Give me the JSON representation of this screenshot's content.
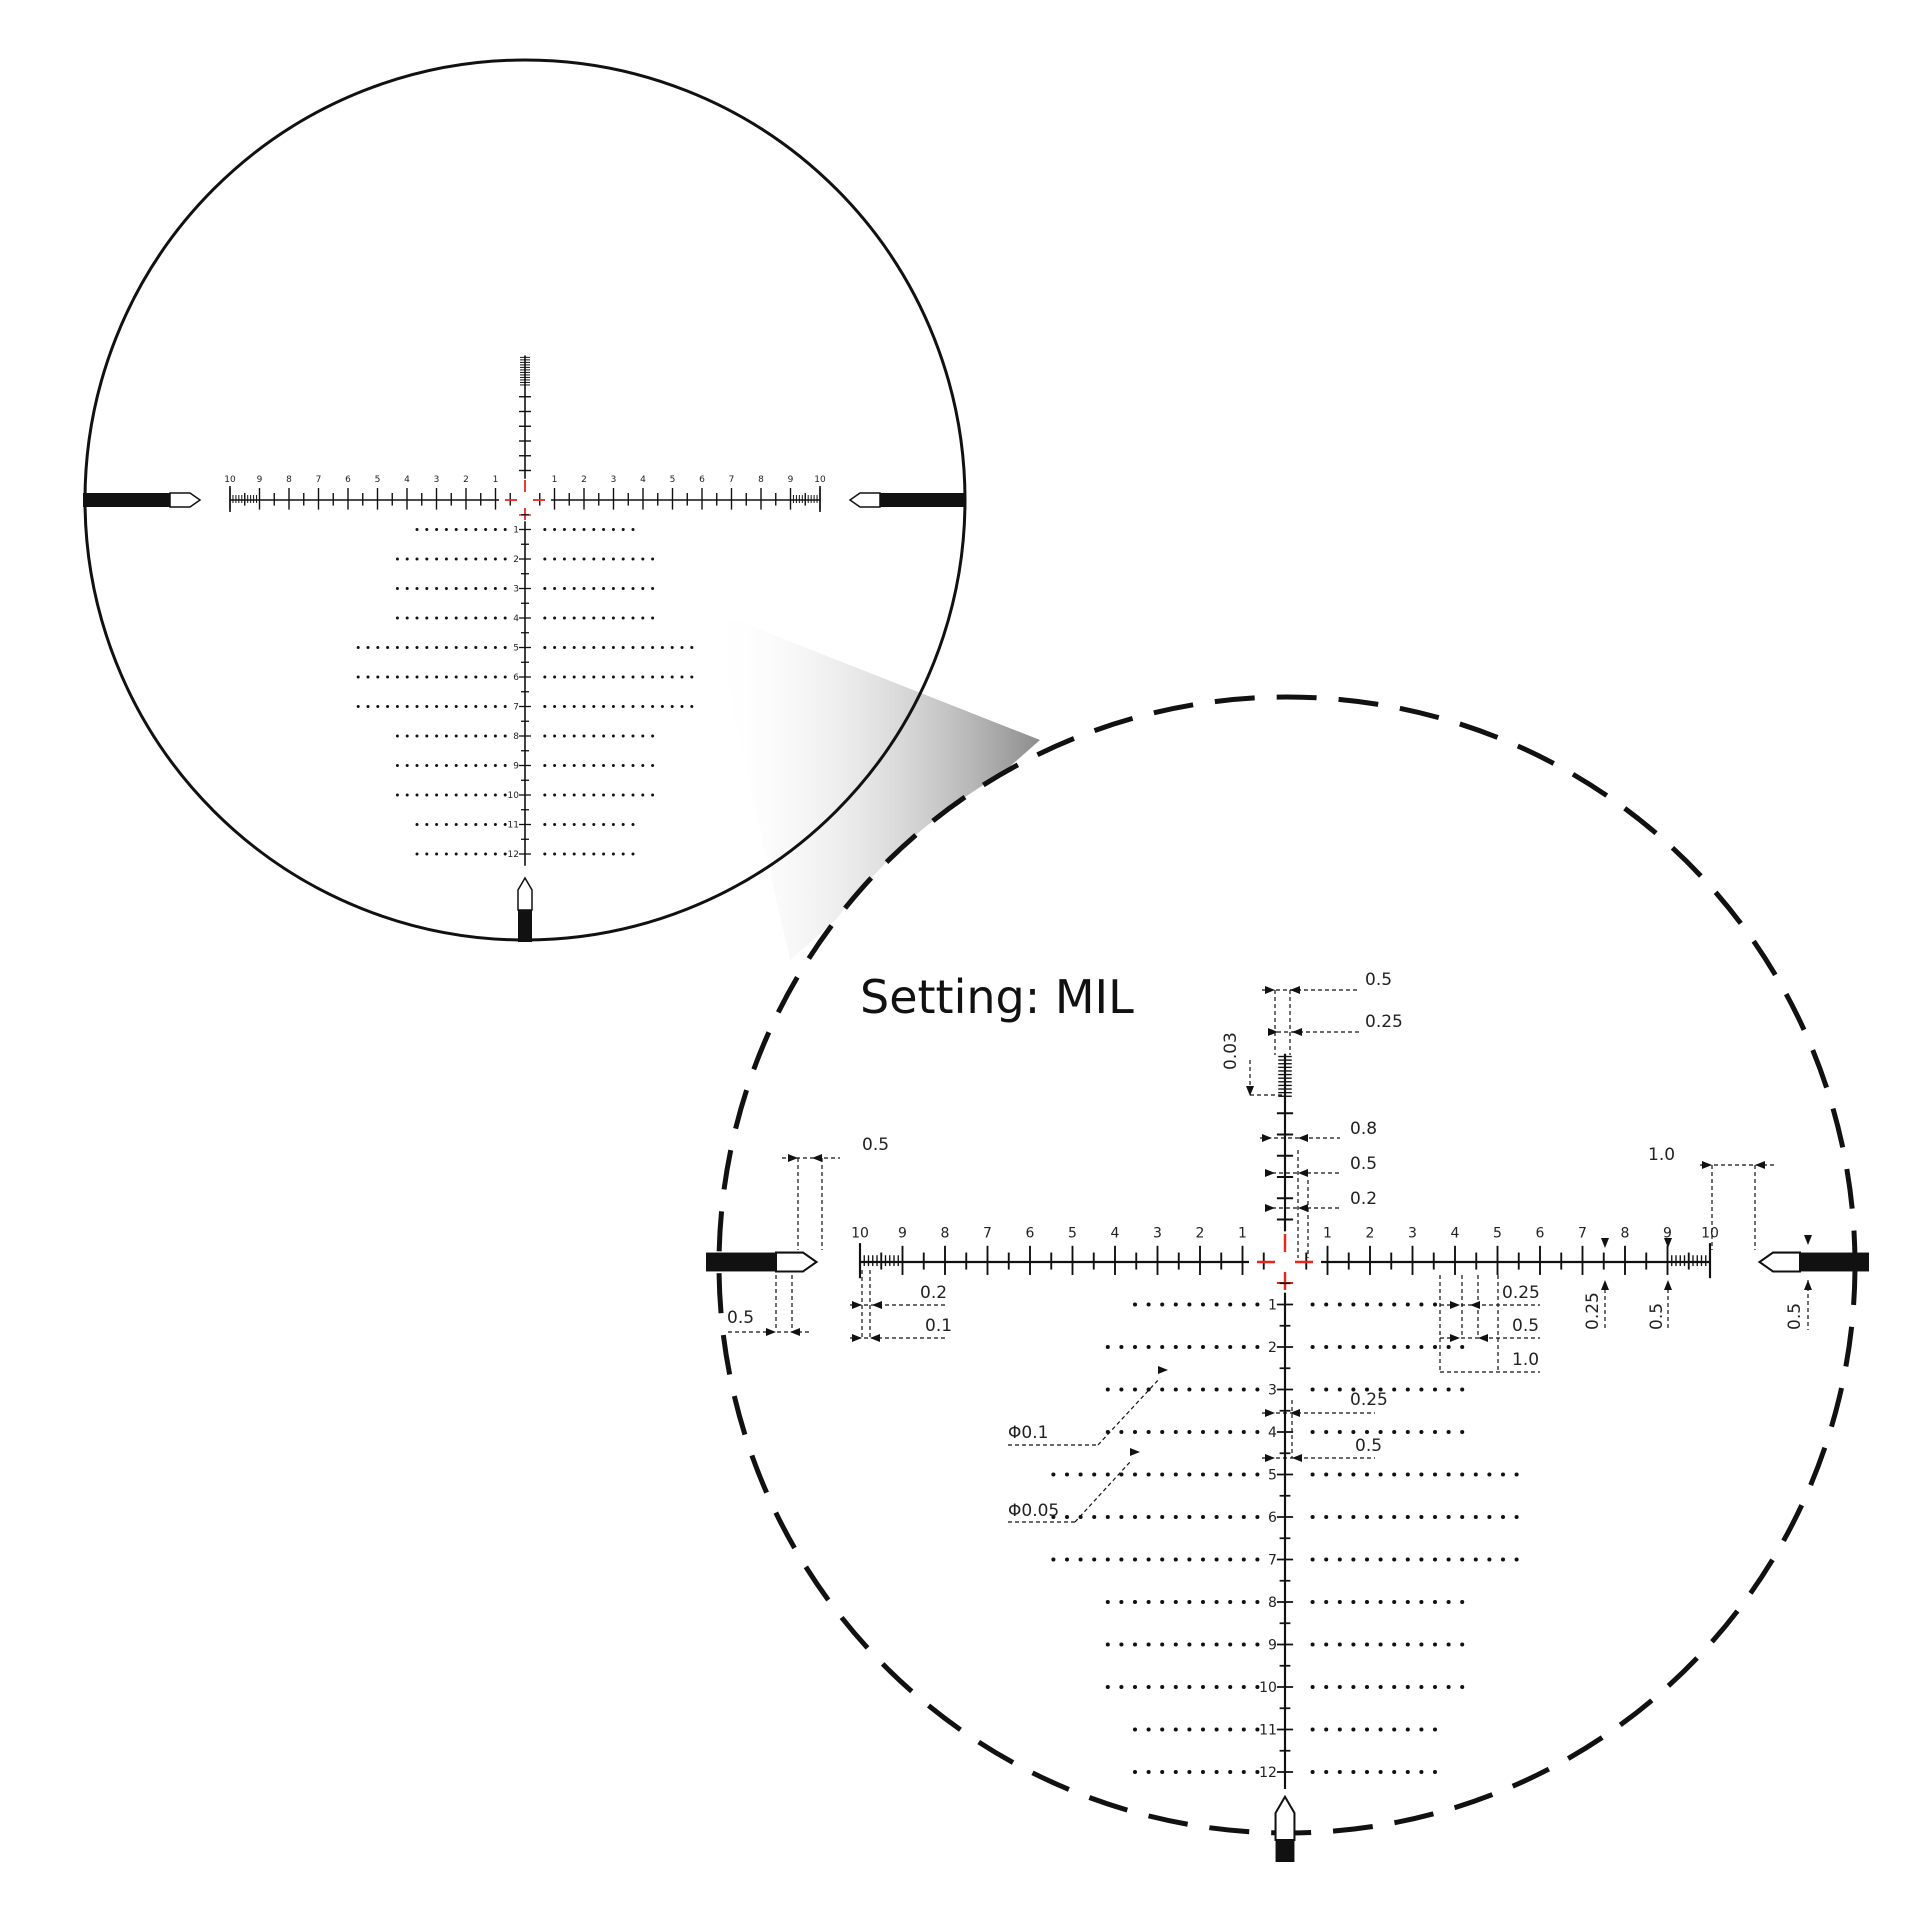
{
  "setting": {
    "label": "Setting:",
    "unit": "MIL"
  },
  "colors": {
    "ink": "#111111",
    "center": "#e8261c",
    "funnel": "#9a9a9a"
  },
  "horizontal_scale": {
    "labels": [
      "10",
      "9",
      "8",
      "7",
      "6",
      "5",
      "4",
      "3",
      "2",
      "1",
      "1",
      "2",
      "3",
      "4",
      "5",
      "6",
      "7",
      "8",
      "9",
      "10"
    ]
  },
  "holdover_labels": [
    "1",
    "2",
    "3",
    "4",
    "5",
    "6",
    "7",
    "8",
    "9",
    "10",
    "11",
    "12"
  ],
  "holdover_dots_per_side": [
    10,
    12,
    12,
    12,
    16,
    16,
    16,
    12,
    12,
    12,
    10,
    10
  ],
  "dimensions": {
    "top_post": [
      "0.5",
      "0.25",
      "0.03"
    ],
    "upper_stadia": [
      "0.8",
      "0.5",
      "0.2"
    ],
    "left_post": [
      "0.5",
      "0.5"
    ],
    "left_scale": [
      "0.2",
      "0.1"
    ],
    "right_post": [
      "1.0",
      "0.5"
    ],
    "right_scale": [
      "0.25",
      "0.5"
    ],
    "scale_marks": [
      "0.25",
      "0.5",
      "1.0"
    ],
    "lower_stadia": [
      "0.25",
      "0.5"
    ],
    "dots": [
      "Φ0.1",
      "Φ0.05"
    ]
  }
}
